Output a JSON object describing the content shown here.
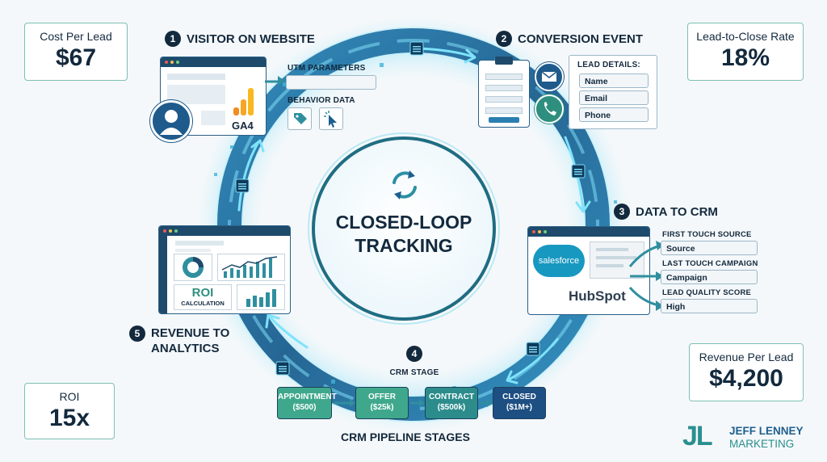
{
  "metrics": {
    "cost_per_lead": {
      "label": "Cost Per Lead",
      "value": "$67"
    },
    "lead_to_close": {
      "label": "Lead-to-Close Rate",
      "value": "18%"
    },
    "revenue_per_lead": {
      "label": "Revenue Per Lead",
      "value": "$4,200"
    },
    "roi": {
      "label": "ROI",
      "value": "15x"
    }
  },
  "center": {
    "line1": "CLOSED-LOOP",
    "line2": "TRACKING"
  },
  "step1": {
    "num": "1",
    "title": "VISITOR ON WEBSITE",
    "utm_label": "UTM PARAMETERS",
    "behavior_label": "BEHAVIOR DATA",
    "ga_label": "GA4"
  },
  "step2": {
    "num": "2",
    "title": "CONVERSION EVENT",
    "lead_details_label": "LEAD DETAILS:",
    "fields": [
      "Name",
      "Email",
      "Phone"
    ]
  },
  "step3": {
    "num": "3",
    "title": "DATA TO CRM",
    "salesforce": "salesforce",
    "hubspot": "HubSpot",
    "first_touch_label": "FIRST TOUCH SOURCE",
    "first_touch_value": "Source",
    "last_touch_label": "LAST TOUCH CAMPAIGN",
    "last_touch_value": "Campaign",
    "quality_label": "LEAD QUALITY SCORE",
    "quality_value": "High"
  },
  "step4": {
    "num": "4",
    "title": "CRM STAGE",
    "pipeline_label": "CRM PIPELINE STAGES",
    "stages": [
      {
        "name": "APPOINTMENT",
        "value": "($500)"
      },
      {
        "name": "OFFER",
        "value": "($25k)"
      },
      {
        "name": "CONTRACT",
        "value": "($500k)"
      },
      {
        "name": "CLOSED",
        "value": "($1M+)"
      }
    ]
  },
  "step5": {
    "num": "5",
    "title_line1": "REVENUE TO",
    "title_line2": "ANALYTICS",
    "roi_label": "ROI",
    "calc_label": "CALCULATION"
  },
  "brand": {
    "initials": "JL",
    "line1": "JEFF LENNEY",
    "line2": "MARKETING"
  },
  "colors": {
    "navy": "#13293d",
    "teal": "#2f8f8f",
    "glow": "#5fd3f0",
    "blue": "#1e5b8c"
  }
}
